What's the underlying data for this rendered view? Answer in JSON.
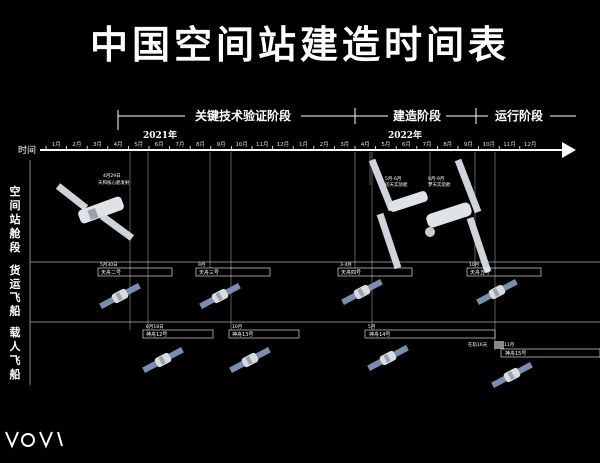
{
  "title": "中国空间站建造时间表",
  "axis_label": "时间",
  "phases": [
    {
      "label": "关键技术验证阶段"
    },
    {
      "label": "建造阶段"
    },
    {
      "label": "运行阶段"
    }
  ],
  "years": [
    {
      "label": "2021年"
    },
    {
      "label": "2022年"
    }
  ],
  "months": [
    "1月",
    "2月",
    "3月",
    "4月",
    "5月",
    "6月",
    "7月",
    "8月",
    "9月",
    "10月",
    "11月",
    "12月",
    "1月",
    "2月",
    "3月",
    "4月",
    "5月",
    "6月",
    "7月",
    "8月",
    "9月",
    "10月",
    "11月",
    "12月"
  ],
  "rows": [
    {
      "label": "空间站舱段"
    },
    {
      "label": "货运飞船"
    },
    {
      "label": "载人飞船"
    }
  ],
  "events": {
    "tianhe": {
      "date": "4月29日",
      "text": "天和核心舱发射"
    },
    "wentian": {
      "date": "5月-6月",
      "text": "问天实验舱"
    },
    "mengtian": {
      "date": "8月-9月",
      "text": "梦天实验舱"
    },
    "tz2": {
      "date": "5月30日",
      "label": "天舟二号"
    },
    "tz3": {
      "date": "9月",
      "label": "天舟三号"
    },
    "tz4": {
      "date": "3-4月",
      "label": "天舟四号"
    },
    "tz5": {
      "date": "10月",
      "label": "天舟五号"
    },
    "sz12": {
      "date": "6月18日",
      "label": "神舟12号"
    },
    "sz13": {
      "date": "10月",
      "label": "神舟13号"
    },
    "sz14": {
      "date": "5月",
      "label": "神舟14号"
    },
    "sz15": {
      "date": "11月",
      "label": "神舟15号"
    },
    "dock": {
      "text": "在轨16天"
    }
  }
}
